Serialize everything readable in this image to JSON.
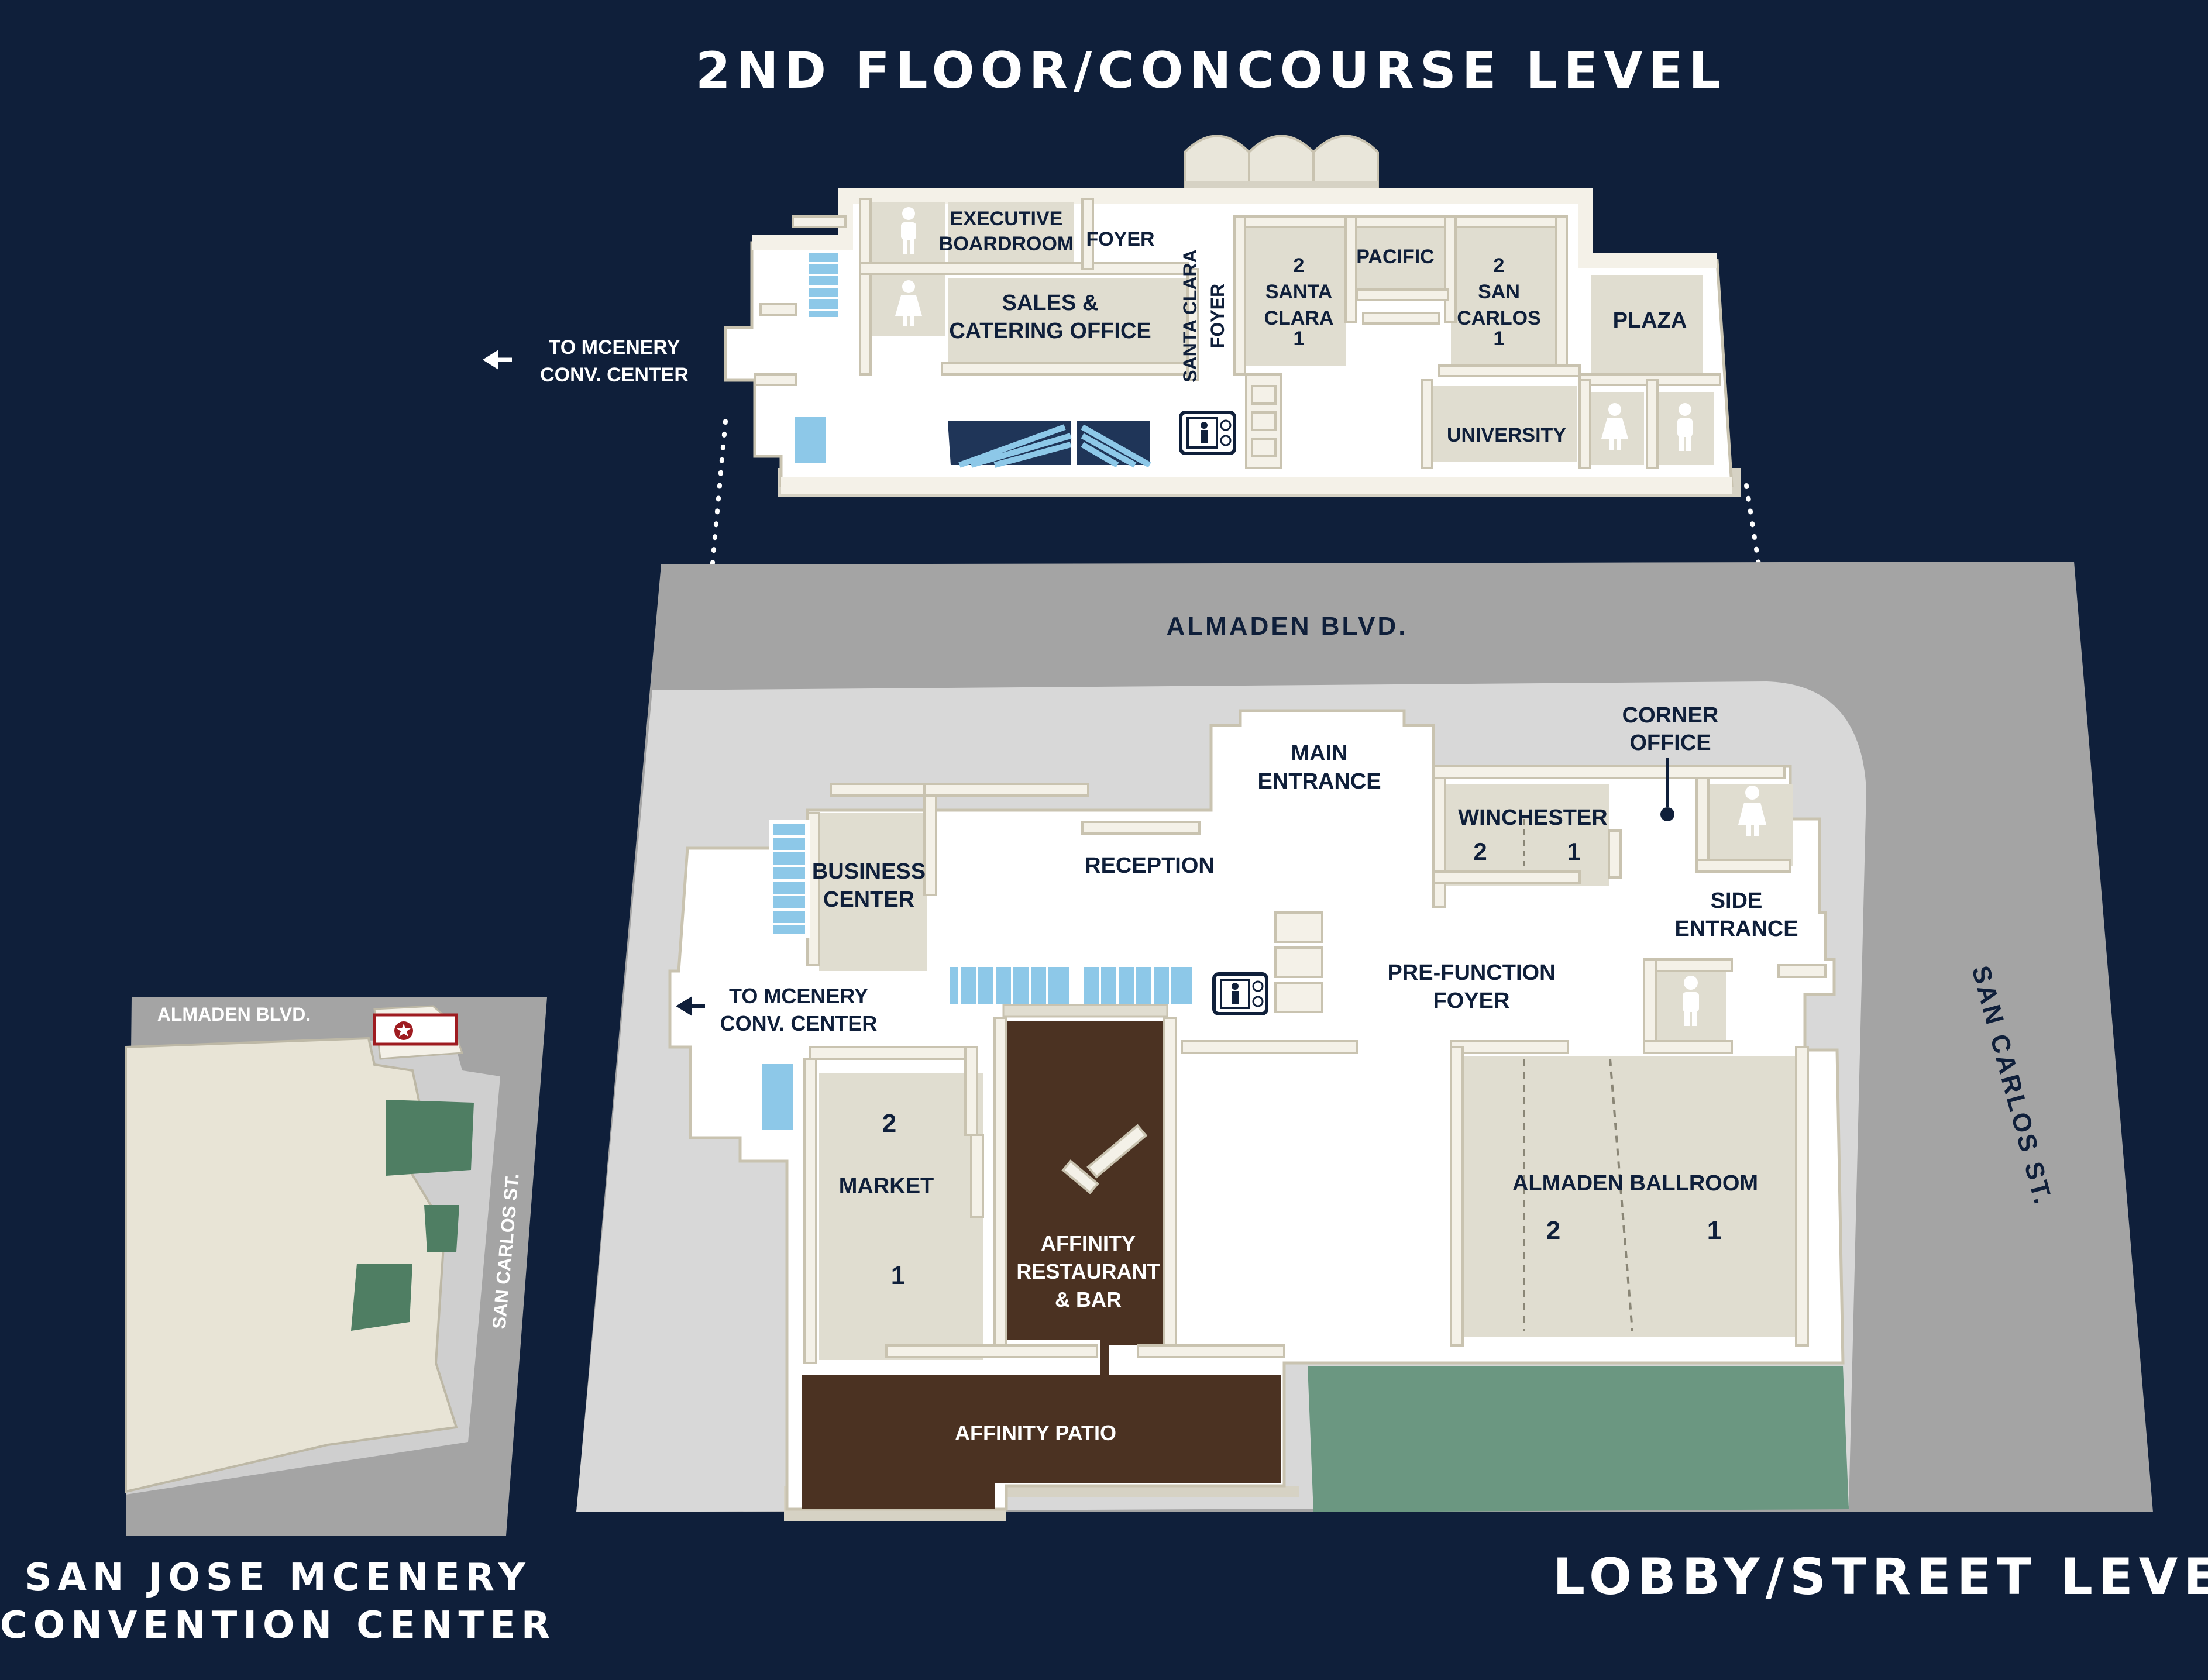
{
  "titles": {
    "second_floor": "2ND FLOOR/CONCOURSE LEVEL",
    "lobby": "LOBBY/STREET LEVEL",
    "convention_line1": "SAN JOSE MCENERY",
    "convention_line2": "CONVENTION CENTER"
  },
  "second_floor": {
    "executive_line1": "EXECUTIVE",
    "executive_line2": "BOARDROOM",
    "foyer": "FOYER",
    "sales_line1": "SALES &",
    "sales_line2": "CATERING OFFICE",
    "santa_clara_foyer_line1": "SANTA CLARA",
    "santa_clara_foyer_line2": "FOYER",
    "santa_clara": [
      "2",
      "SANTA",
      "CLARA",
      "1"
    ],
    "pacific": "PACIFIC",
    "san_carlos": [
      "2",
      "SAN",
      "CARLOS",
      "1"
    ],
    "plaza": "PLAZA",
    "university": "UNIVERSITY",
    "to_mcenery_line1": "TO MCENERY",
    "to_mcenery_line2": "CONV. CENTER"
  },
  "lobby": {
    "street_top": "ALMADEN BLVD.",
    "street_right": "SAN CARLOS ST.",
    "main_entrance_line1": "MAIN",
    "main_entrance_line2": "ENTRANCE",
    "corner_office_line1": "CORNER",
    "corner_office_line2": "OFFICE",
    "winchester": "WINCHESTER",
    "winchester_2": "2",
    "winchester_1": "1",
    "reception": "RECEPTION",
    "business_line1": "BUSINESS",
    "business_line2": "CENTER",
    "side_entrance_line1": "SIDE",
    "side_entrance_line2": "ENTRANCE",
    "prefunction_line1": "PRE-FUNCTION",
    "prefunction_line2": "FOYER",
    "to_mcenery_line1": "TO MCENERY",
    "to_mcenery_line2": "CONV. CENTER",
    "market": "MARKET",
    "market_2": "2",
    "market_1": "1",
    "affinity_line1": "AFFINITY",
    "affinity_line2": "RESTAURANT",
    "affinity_line3": "& BAR",
    "ballroom": "ALMADEN BALLROOM",
    "ballroom_2": "2",
    "ballroom_1": "1",
    "patio": "AFFINITY PATIO"
  },
  "convention": {
    "street_top": "ALMADEN BLVD.",
    "street_right": "SAN CARLOS ST."
  },
  "icons": [
    "restroom-men-icon",
    "restroom-women-icon",
    "elevator-icon",
    "stairs-icon",
    "escalator-icon",
    "arrow-left-icon",
    "star-marker-icon"
  ],
  "colors": {
    "background": "#0f1f3a",
    "street": "#a4a4a4",
    "sidewalk": "#d8d8d8",
    "floor": "#ffffff",
    "wall": "#f4f1e8",
    "restaurant": "#4b3222",
    "garden": "#6b9781",
    "stair_blue": "#8dc8e8"
  }
}
